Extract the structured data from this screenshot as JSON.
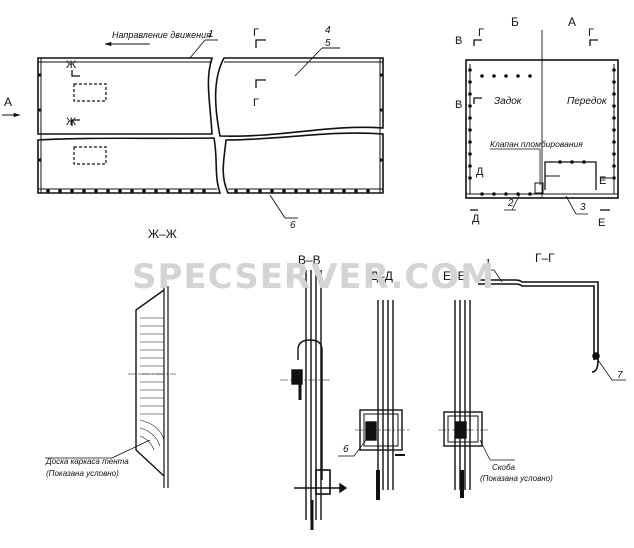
{
  "watermark": "SPECSERVER.COM",
  "top_view": {
    "direction_label": "Направление движения",
    "callout_1": "1",
    "callout_4": "4",
    "callout_5": "5",
    "callout_6": "6",
    "view_a": "А",
    "section_zh": "Ж",
    "section_g": "Г"
  },
  "end_view": {
    "view_b": "Б",
    "view_a": "А",
    "section_v": "В",
    "section_g": "Г",
    "label_zadok": "Задок",
    "label_peredok": "Передок",
    "label_klapan": "Клапан пломбирования",
    "section_d": "Д",
    "section_e": "Е",
    "callout_2": "2",
    "callout_3": "3"
  },
  "sections": {
    "zh_title": "Ж–Ж",
    "zh_note_1": "Доска каркаса тента",
    "zh_note_2": "(Показана условно)",
    "vv_title": "В–В",
    "dd_title": "Д–Д",
    "ee_title": "Е–Е",
    "gg_title": "Г–Г",
    "callout_1": "1",
    "callout_6": "6",
    "callout_7": "7",
    "skoba_1": "Скоба",
    "skoba_2": "(Показана условно)"
  }
}
